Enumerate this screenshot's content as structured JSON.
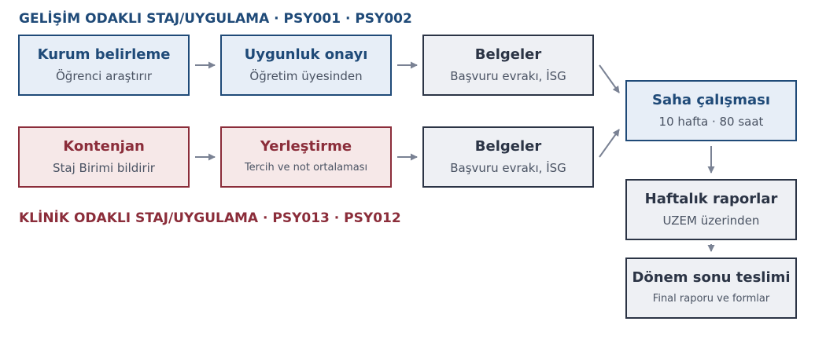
{
  "headings": {
    "developmental": "GELİŞİM ODAKLI STAJ/UYGULAMA  ·  PSY001 · PSY002",
    "clinical": "KLİNİK ODAKLI STAJ/UYGULAMA  ·  PSY013 · PSY012"
  },
  "colors": {
    "blue": "#1f4a78",
    "red": "#8b2d3a",
    "dark": "#2b3445",
    "arrow": "#7a8294"
  },
  "developmental": {
    "institution": {
      "title": "Kurum belirleme",
      "subtitle": "Öğrenci araştırır"
    },
    "approval": {
      "title": "Uygunluk onayı",
      "subtitle": "Öğretim üyesinden"
    },
    "documents": {
      "title": "Belgeler",
      "subtitle": "Başvuru evrakı, İSG"
    }
  },
  "clinical": {
    "quota": {
      "title": "Kontenjan",
      "subtitle": "Staj Birimi bildirir"
    },
    "placement": {
      "title": "Yerleştirme",
      "subtitle": "Tercih ve not ortalaması"
    },
    "documents": {
      "title": "Belgeler",
      "subtitle": "Başvuru evrakı, İSG"
    }
  },
  "common": {
    "fieldwork": {
      "title": "Saha çalışması",
      "subtitle": "10 hafta · 80 saat"
    },
    "weekly": {
      "title": "Haftalık raporlar",
      "subtitle": "UZEM üzerinden"
    },
    "final": {
      "title": "Dönem sonu teslimi",
      "subtitle": "Final raporu ve formlar"
    }
  }
}
